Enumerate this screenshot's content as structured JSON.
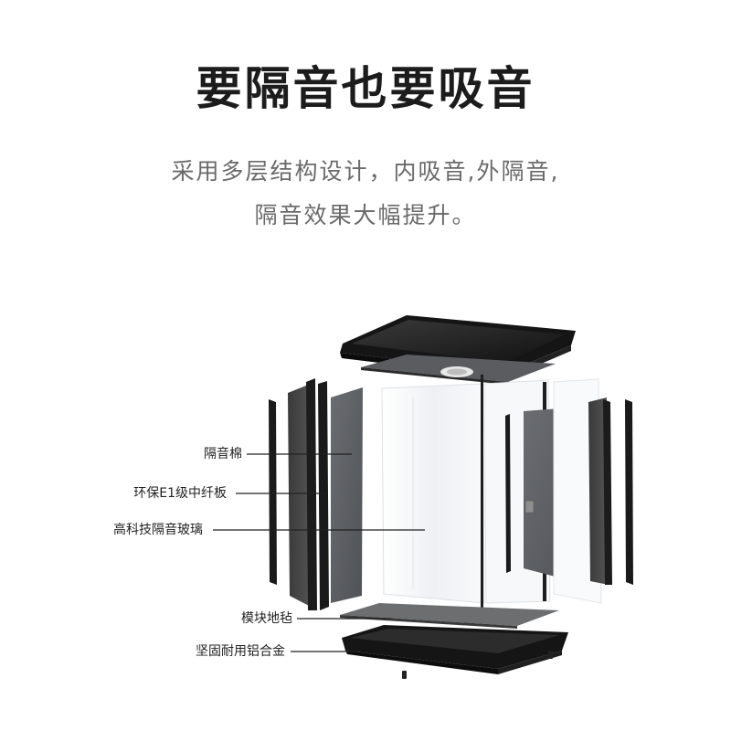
{
  "header": {
    "title": "要隔音也要吸音",
    "subtitle_line1": "采用多层结构设计，内吸音,外隔音,",
    "subtitle_line2": "隔音效果大幅提升。"
  },
  "callouts": [
    {
      "label": "隔音棉"
    },
    {
      "label": "环保E1级中纤板"
    },
    {
      "label": "高科技隔音玻璃"
    },
    {
      "label": "模块地毡"
    },
    {
      "label": "坚固耐用铝合金"
    }
  ],
  "colors": {
    "frame": "#1a1a1a",
    "board": "#4a4a4a",
    "felt": "#5b5e62",
    "glass": "#f2f4f6",
    "carpet": "#6c6e70",
    "text_dark": "#1c1c1c",
    "text_gray": "#6a6a6a"
  }
}
